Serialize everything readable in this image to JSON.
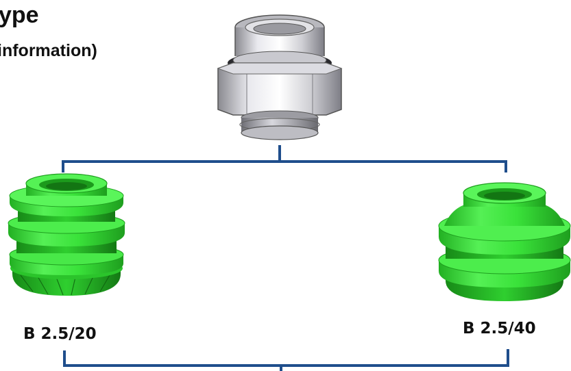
{
  "header": {
    "title": "ype",
    "subtitle": "information)"
  },
  "nodes": {
    "top": {
      "icon": "threaded-fitting-icon"
    },
    "left": {
      "icon": "green-bellows-suction-cup-icon",
      "label": "B  2.5/20"
    },
    "right": {
      "icon": "green-bellows-suction-cup-icon",
      "label": "B  2.5/40"
    }
  },
  "colors": {
    "connector": "#1f4e8c",
    "cup_green": "#33e033",
    "fitting_metal": "#c8c8cc"
  }
}
